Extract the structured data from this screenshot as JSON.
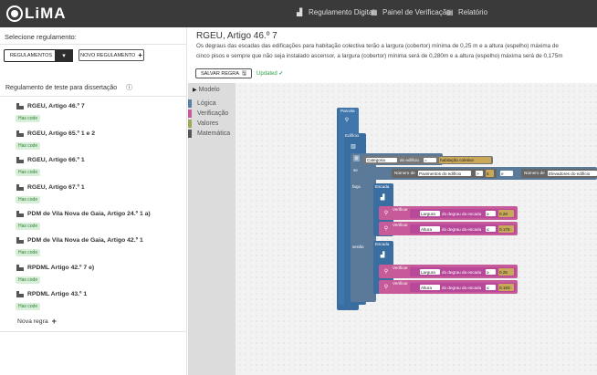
{
  "app": {
    "logo_text": "LiMA"
  },
  "nav": {
    "items": [
      {
        "label": "Regulamento Digital",
        "icon": "building-icon"
      },
      {
        "label": "Painel de Verificação",
        "icon": "dashboard-icon"
      },
      {
        "label": "Relatório",
        "icon": "report-icon"
      }
    ]
  },
  "sidebar": {
    "select_label": "Selecione regulamento:",
    "btn_regulamentos": "REGULAMENTOS",
    "btn_dropdown": "▾",
    "btn_novo": "NOVO REGULAMENTO",
    "section_title": "Regulamento de teste para dissertação",
    "items": [
      {
        "label": "RGEU, Artigo 46.º 7",
        "badge": "Has code"
      },
      {
        "label": "RGEU, Artigo 65.º 1 e 2",
        "badge": "Has code"
      },
      {
        "label": "RGEU, Artigo 66.º 1",
        "badge": "Has code"
      },
      {
        "label": "RGEU, Artigo 67.º 1",
        "badge": "Has code"
      },
      {
        "label": "PDM de Vila Nova de Gaia, Artigo 24.º 1 a)",
        "badge": "Has code"
      },
      {
        "label": "PDM de Vila Nova de Gaia, Artigo 42.º 1",
        "badge": "Has code"
      },
      {
        "label": "RPDML Artigo 42.º 7 e)",
        "badge": "Has code"
      },
      {
        "label": "RPDML Artigo 43.º 1",
        "badge": "Has code"
      }
    ],
    "nova_regra": "Nova regra"
  },
  "main": {
    "title": "RGEU, Artigo 46.º 7",
    "desc_line1": "Os degraus das escadas das edificações para habitação colectiva terão a largura (cobertor) mínima de 0,25 m e a altura (espelho) máxima de",
    "desc_line2": "cinco pisos e sempre que não seja instalado ascensor, a largura (cobertor) mínima será de 0,280m e a altura (espelho) máxima será de 0,175m",
    "save_label": "SALVAR REGRA",
    "updated_label": "Updated"
  },
  "toolbox": {
    "header": "Modelo",
    "categories": [
      {
        "label": "Lógica",
        "color": "#5b80a5"
      },
      {
        "label": "Verificação",
        "color": "#c75b9a"
      },
      {
        "label": "Valores",
        "color": "#a5a55b"
      },
      {
        "label": "Matemática",
        "color": "#555555"
      }
    ]
  },
  "blocks": {
    "parcela": "Parcela",
    "edificio": "Edifício",
    "se": "se",
    "do": "do",
    "faca": "faça",
    "e": "e",
    "senao": "senão",
    "escada": "Escada",
    "verificar": "Verificar",
    "categoria": "Categoria",
    "do_edificio": "do edifício",
    "eq": "=",
    "habitacao": "habitação coletiva",
    "numero_de": "Número de",
    "pavimentos": "Pavimentos do edifício",
    "gt": ">",
    "gt_value": "5",
    "and_op": "e",
    "elevadores": "Elevadores do edifício",
    "largura": "Largura",
    "altura": "Altura",
    "do_degrau": "do degrau da escada",
    "gte": "≥",
    "lte": "≤",
    "v1_largura": "0.28",
    "v1_altura": "0.175",
    "v2_largura": "0.25",
    "v2_altura": "0.193"
  }
}
